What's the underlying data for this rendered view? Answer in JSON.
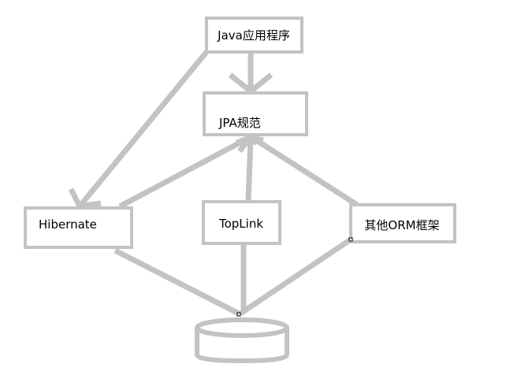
{
  "diagram": {
    "colors": {
      "line": "#c3c3c3",
      "text": "#000000",
      "background": "#ffffff"
    },
    "nodes": {
      "java_app": "Java应用程序",
      "jpa_spec": "JPA规范",
      "hibernate": "Hibernate",
      "toplink": "TopLink",
      "other_orm": "其他ORM框架"
    },
    "database": {
      "icon": "database-cylinder-icon"
    }
  }
}
